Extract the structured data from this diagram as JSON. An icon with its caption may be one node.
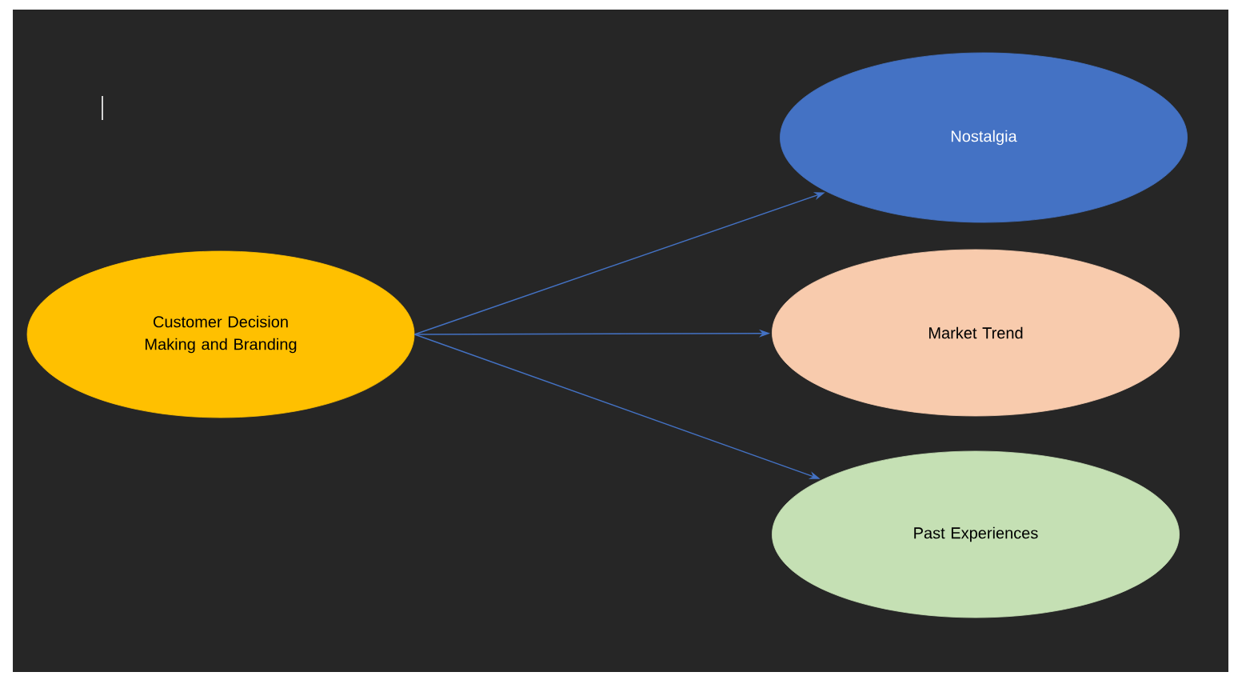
{
  "diagram": {
    "nodes": [
      {
        "text": [
          "Customer Decision Making and Branding"
        ]
      },
      {
        "text": [
          "Nostalgia"
        ]
      },
      {
        "text": [
          "Market Trend"
        ]
      },
      {
        "text": [
          "Past Experiences"
        ]
      }
    ],
    "edges": [
      {
        "from": 0,
        "to": 1,
        "arrow": "to"
      },
      {
        "from": 0,
        "to": 2,
        "arrow": "to"
      },
      {
        "from": 0,
        "to": 3,
        "arrow": "to"
      }
    ]
  }
}
